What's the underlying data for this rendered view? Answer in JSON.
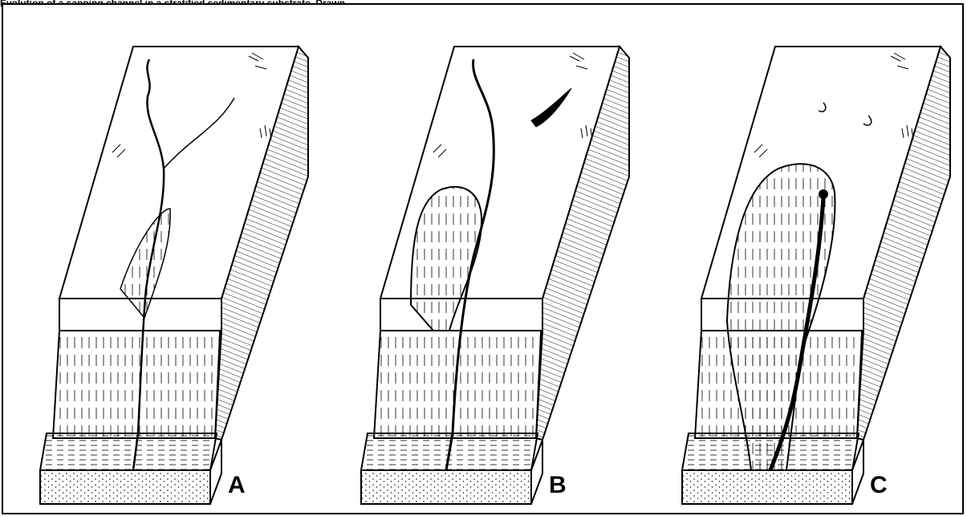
{
  "caption": "Evolution of a sapping channel in a stratified sedimentary substrate. Drawn",
  "panels": [
    {
      "label": "A"
    },
    {
      "label": "B"
    },
    {
      "label": "C"
    }
  ]
}
